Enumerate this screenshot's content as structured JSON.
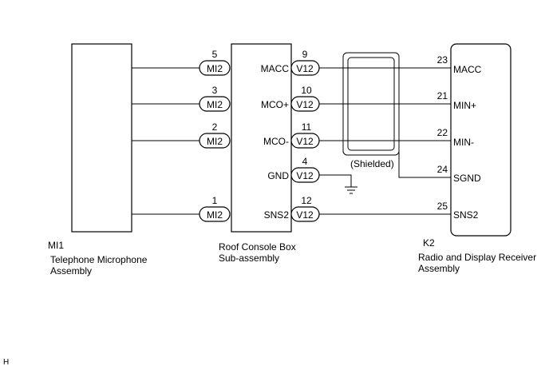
{
  "components": {
    "mi1": {
      "code": "MI1",
      "name_line1": "Telephone Microphone",
      "name_line2": "Assembly"
    },
    "roof_console": {
      "name_line1": "Roof Console Box",
      "name_line2": "Sub-assembly"
    },
    "k2": {
      "code": "K2",
      "name_line1": "Radio and Display Receiver",
      "name_line2": "Assembly"
    }
  },
  "connectors": {
    "mi2": "MI2",
    "v12": "V12"
  },
  "circuits": [
    {
      "mi2_pin": "5",
      "console_label": "MACC",
      "v12_pin": "9",
      "k2_pin": "23",
      "k2_label": "MACC"
    },
    {
      "mi2_pin": "3",
      "console_label": "MCO+",
      "v12_pin": "10",
      "k2_pin": "21",
      "k2_label": "MIN+"
    },
    {
      "mi2_pin": "2",
      "console_label": "MCO-",
      "v12_pin": "11",
      "k2_pin": "22",
      "k2_label": "MIN-"
    },
    {
      "mi2_pin": "",
      "console_label": "GND",
      "v12_pin": "4",
      "k2_pin": "",
      "k2_label": ""
    },
    {
      "mi2_pin": "1",
      "console_label": "SNS2",
      "v12_pin": "12",
      "k2_pin": "25",
      "k2_label": "SNS2"
    }
  ],
  "sgnd": {
    "pin": "24",
    "label": "SGND"
  },
  "shield_label": "(Shielded)",
  "footer_code": "H",
  "colors": {
    "line": "#000000",
    "background": "#ffffff"
  }
}
